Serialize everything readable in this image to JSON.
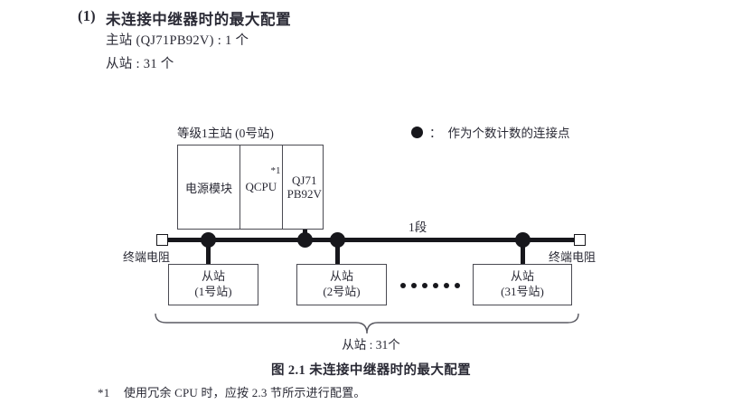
{
  "heading": {
    "number": "(1)",
    "title": "未连接中继器时的最大配置",
    "spec_master": "主站 (QJ71PB92V) : 1 个",
    "spec_slave": "从站 : 31 个"
  },
  "legend": {
    "symbol": "dot-icon",
    "separator": "：",
    "text": "作为个数计数的连接点"
  },
  "diagram": {
    "master": {
      "title": "等级1主站 (0号站)",
      "cells": [
        {
          "label": "电源模块"
        },
        {
          "label": "QCPU",
          "footnote_mark": "*1"
        },
        {
          "label_line1": "QJ71",
          "label_line2": "PB92V"
        }
      ]
    },
    "segment_label": "1段",
    "terminator_left_label": "终端电阻",
    "terminator_right_label": "终端电阻",
    "slaves": [
      {
        "name": "从站",
        "station": "(1号站)"
      },
      {
        "name": "从站",
        "station": "(2号站)"
      },
      {
        "name": "从站",
        "station": "(31号站)"
      }
    ],
    "ellipsis_dot_count": 6,
    "brace_label": "从站 : 31个"
  },
  "caption": "图 2.1  未连接中继器时的最大配置",
  "footnote": {
    "mark": "*1",
    "text": "使用冗余 CPU 时，应按 2.3 节所示进行配置。"
  },
  "colors": {
    "ink": "#2a2a35",
    "line": "#17171c",
    "box_border": "#4a4a52",
    "background": "#ffffff"
  }
}
